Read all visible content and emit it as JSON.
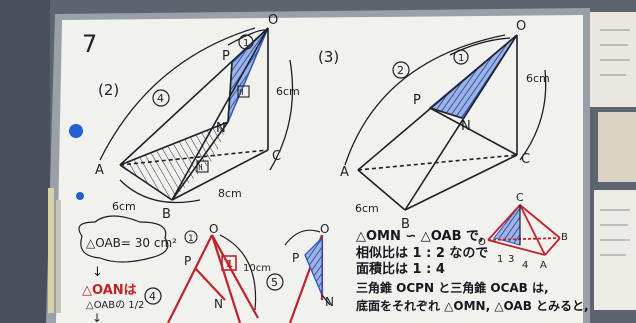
{
  "board": {
    "problem_number": "7",
    "left_figure": {
      "part_label": "(2)",
      "vertices": {
        "O": "O",
        "P": "P",
        "N": "N",
        "A": "A",
        "B": "B",
        "C": "C"
      },
      "edge_labels": [
        "6cm",
        "8cm",
        "6cm"
      ],
      "circled_numbers": [
        "1",
        "4"
      ],
      "boxed_numbers": [
        "II",
        "II"
      ]
    },
    "right_figure": {
      "part_label": "(3)",
      "vertices": {
        "O": "O",
        "P": "P",
        "N": "N",
        "A": "A",
        "B": "B",
        "C": "C"
      },
      "edge_labels": [
        "6cm",
        "6cm"
      ],
      "circled_numbers": [
        "1",
        "2"
      ]
    },
    "bottom_left": {
      "area_text": "△OAB= 30 cm²",
      "arrow_1": "↓",
      "red_text": "△OANは",
      "fraction_text": "△OABの 1/2",
      "arrow_2": "↓",
      "circled_number": "4"
    },
    "bottom_middle": {
      "circled_numbers": [
        "1",
        "5"
      ],
      "boxed_number": "1",
      "vertices": [
        "O",
        "P",
        "N",
        "O",
        "P",
        "N"
      ],
      "length_label": "10cm"
    },
    "notes": {
      "line_1": "△OMN ∽ △OAB で,",
      "line_2": "相似比は 1 : 2 なので",
      "line_3": "面積比は 1 : 4",
      "line_4": "三角錐 OCPN と三角錐 OCAB は,",
      "line_5": "底面をそれぞれ △OMN, △OAB とみると,"
    },
    "small_figure": {
      "vertices": {
        "C": "C",
        "O": "O",
        "B": "B",
        "A": "A"
      },
      "ratio_labels": [
        "1",
        "3",
        "4"
      ]
    }
  },
  "colors": {
    "board": "#f1f1ee",
    "frame": "#9aa0a8",
    "wall": "#5c6470",
    "blue_hatch": "#2e55b8",
    "red_marker": "#c0242a",
    "magnet": "#1f5fd0"
  }
}
